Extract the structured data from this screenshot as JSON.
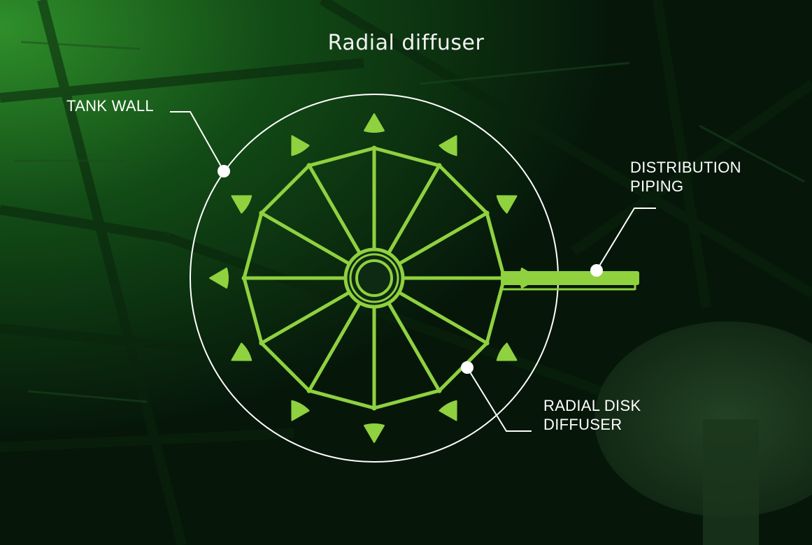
{
  "title": "Radial diffuser",
  "labels": {
    "tank_wall": "TANK WALL",
    "distribution_piping": [
      "DISTRIBUTION",
      "PIPING"
    ],
    "radial_disk_diffuser": [
      "RADIAL DISK",
      "DIFFUSER"
    ]
  },
  "colors": {
    "accent": "#8fd13f",
    "line": "#ffffff",
    "background": "#0b2a10"
  },
  "diffuser": {
    "spokes": 12,
    "flow_arrows": 12
  }
}
